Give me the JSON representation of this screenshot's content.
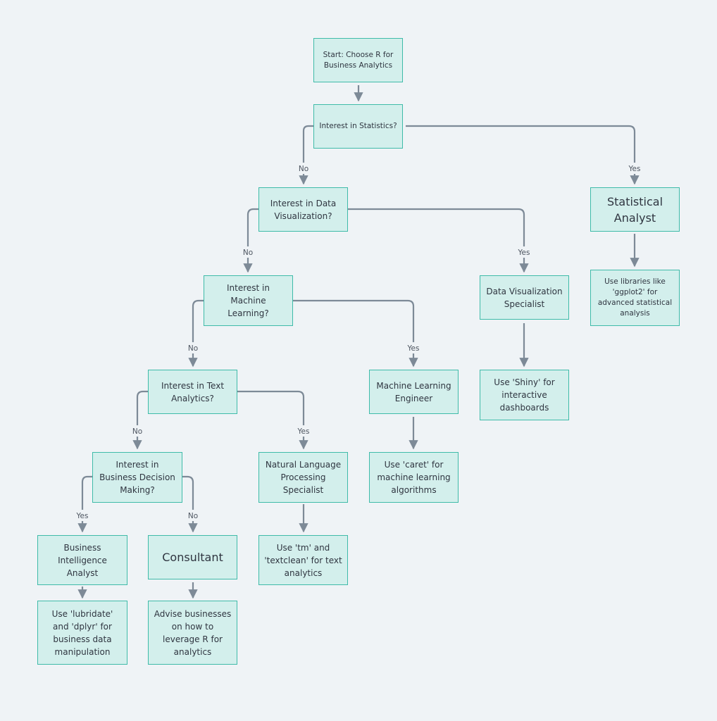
{
  "colors": {
    "node_fill": "#d3efec",
    "node_border": "#3fbba9",
    "edge": "#7d8a97",
    "background": "#eff3f6",
    "text": "#2f3540"
  },
  "nodes": {
    "start": "Start: Choose R for\nBusiness Analytics",
    "q_statistics": "Interest in Statistics?",
    "q_data_viz": "Interest in Data\nVisualization?",
    "statistical_analyst": "Statistical\nAnalyst",
    "q_machine_learning": "Interest in\nMachine\nLearning?",
    "data_viz_specialist": "Data Visualization\nSpecialist",
    "stat_tools": "Use libraries like\n'ggplot2' for\nadvanced statistical\nanalysis",
    "q_text_analytics": "Interest in Text\nAnalytics?",
    "ml_engineer": "Machine Learning\nEngineer",
    "shiny_tools": "Use 'Shiny' for\ninteractive\ndashboards",
    "q_business_decision": "Interest in\nBusiness Decision\nMaking?",
    "nlp_specialist": "Natural Language\nProcessing\nSpecialist",
    "caret_tools": "Use 'caret' for\nmachine learning\nalgorithms",
    "bi_analyst": "Business\nIntelligence\nAnalyst",
    "consultant": "Consultant",
    "tm_tools": "Use 'tm' and\n'textclean' for text\nanalytics",
    "lubridate_tools": "Use 'lubridate'\nand 'dplyr' for\nbusiness data\nmanipulation",
    "advise": "Advise businesses\non how to\nleverage R for\nanalytics"
  },
  "edge_labels": {
    "stat_no": "No",
    "stat_yes": "Yes",
    "viz_no": "No",
    "viz_yes": "Yes",
    "ml_no": "No",
    "ml_yes": "Yes",
    "text_no": "No",
    "text_yes": "Yes",
    "biz_yes": "Yes",
    "biz_no": "No"
  }
}
